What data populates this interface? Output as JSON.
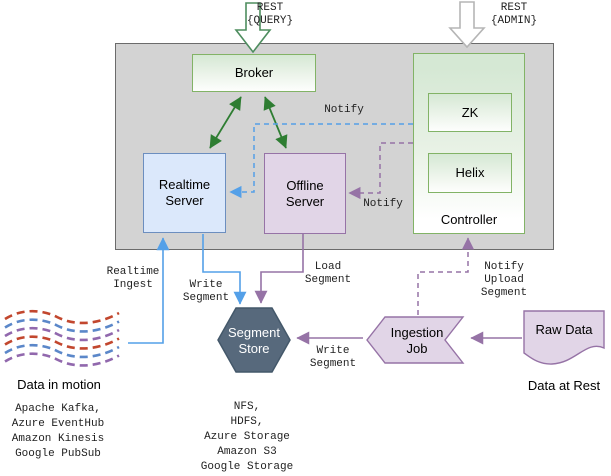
{
  "top": {
    "rest_query": "REST\n{QUERY}",
    "rest_admin": "REST\n{ADMIN}"
  },
  "cluster": {
    "broker": "Broker",
    "controller": "Controller",
    "zk": "ZK",
    "helix": "Helix",
    "realtime_server": "Realtime\nServer",
    "offline_server": "Offline\nServer"
  },
  "edges": {
    "notify_realtime": "Notify",
    "notify_offline": "Notify",
    "realtime_ingest": "Realtime\nIngest",
    "write_segment_realtime": "Write\nSegment",
    "load_segment": "Load\nSegment",
    "write_segment_ingestion": "Write\nSegment",
    "notify_upload_segment": "Notify\nUpload\nSegment"
  },
  "storage": {
    "segment_store": "Segment\nStore"
  },
  "ingest": {
    "ingestion_job": "Ingestion\nJob",
    "raw_data": "Raw Data"
  },
  "captions": {
    "data_in_motion": "Data in motion",
    "data_at_rest": "Data at Rest"
  },
  "lists": {
    "streaming_systems": "Apache Kafka,\nAzure EventHub\nAmazon Kinesis\nGoogle PubSub",
    "storage_systems": "NFS,\nHDFS,\nAzure Storage\nAmazon S3\nGoogle Storage"
  },
  "colors": {
    "green_border": "#82b366",
    "green_fill": "#d5e8d4",
    "blue_fill": "#dbe8fb",
    "blue_border": "#6c8ebf",
    "purple_fill": "#e1d5e7",
    "purple_border": "#9673a6",
    "hexagon_fill": "#57697c",
    "container_fill": "#d3d3d3",
    "arrow_green": "#2e7d32",
    "arrow_blue": "#54a0e8",
    "arrow_purple": "#9673a6",
    "wave_red": "#c2472e",
    "wave_blue": "#5b87c9",
    "wave_purple": "#9168ad"
  }
}
